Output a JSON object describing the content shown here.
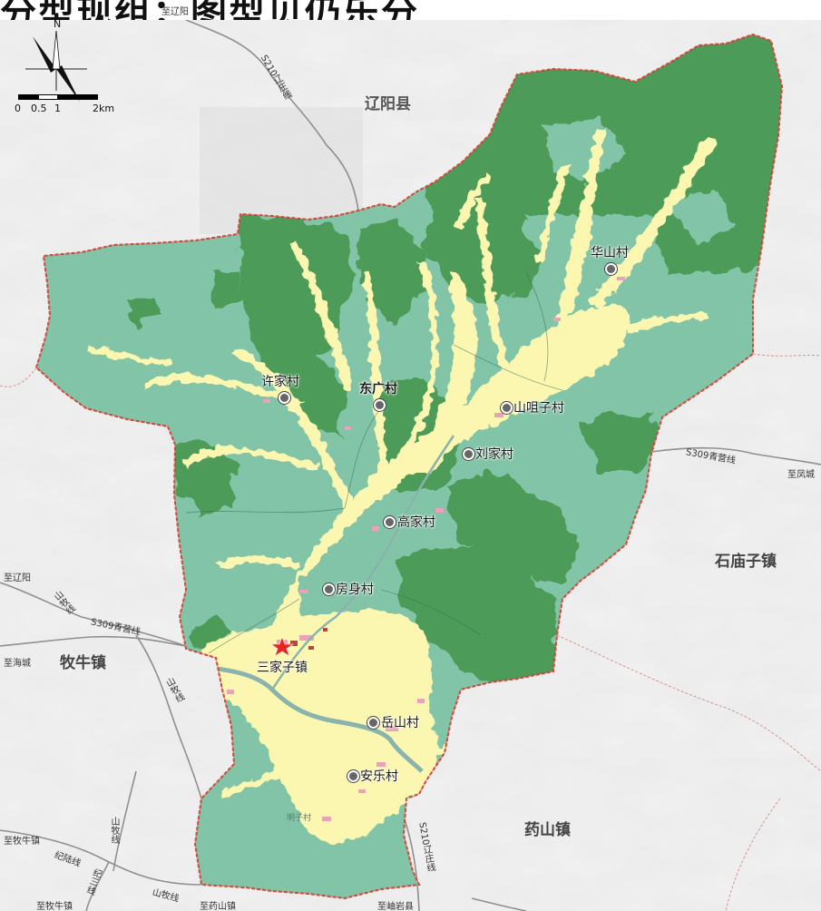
{
  "title_fragment": "分型现组；图型贝仍乐分",
  "north_label": "N",
  "scale": {
    "ticks": [
      "0",
      "0.5",
      "1",
      "2km"
    ]
  },
  "admin_regions": {
    "county_north": "辽阳县",
    "town_east": "石庙子镇",
    "town_west": "牧牛镇",
    "town_south": "药山镇"
  },
  "roads": {
    "s210_north": "S210辽庄线",
    "s309_east": "S309青营线",
    "s309_west": "S309青营线",
    "shanmu_1": "山牧线",
    "shanmu_2": "山牧线",
    "shanmu_3": "山牧线",
    "shanmu_bottom": "山牧线",
    "s210_south": "S210辽庄线",
    "jilu": "纪陆线",
    "jisan": "纪三线"
  },
  "destinations": {
    "to_liaoyang_top": "至辽阳",
    "to_fengcheng": "至凤城",
    "to_liaoyang_west": "至辽阳",
    "to_haicheng": "至海城",
    "to_muniu_1": "至牧牛镇",
    "to_muniu_2": "至牧牛镇",
    "to_yaoshan": "至药山镇",
    "to_xiuyan": "至岫岩县"
  },
  "villages": [
    {
      "id": "huashan",
      "name": "华山村",
      "bold": false
    },
    {
      "id": "xujia",
      "name": "许家村",
      "bold": false
    },
    {
      "id": "dongguang",
      "name": "东广村",
      "bold": true
    },
    {
      "id": "shanzuizi",
      "name": "山咀子村",
      "bold": false
    },
    {
      "id": "liujia",
      "name": "刘家村",
      "bold": false
    },
    {
      "id": "gaojia",
      "name": "高家村",
      "bold": false
    },
    {
      "id": "fangshen",
      "name": "房身村",
      "bold": false
    },
    {
      "id": "sanjiazi",
      "name": "三家子镇",
      "bold": false
    },
    {
      "id": "yueshan",
      "name": "岳山村",
      "bold": false
    },
    {
      "id": "anle",
      "name": "安乐村",
      "bold": false
    }
  ],
  "minor_labels": {
    "mingzi": "明子村"
  },
  "colors": {
    "forest_dark": "#4e9b58",
    "forest_light": "#82c4a7",
    "farmland": "#fbf6b0",
    "settlement": "#e9a3b8",
    "river": "#8bb3ad",
    "boundary": "#c0392b",
    "terrain": "#e6e6e6",
    "town_star": "#e8261f"
  }
}
